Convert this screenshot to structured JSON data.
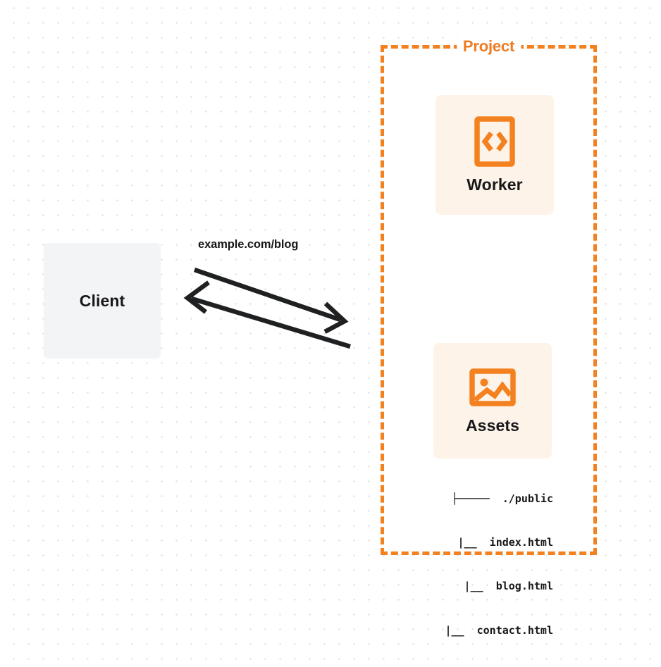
{
  "diagram": {
    "type": "architecture-flow",
    "background": "dotted-grid",
    "colors": {
      "accent_orange": "#f48120",
      "title_orange": "#ef7c23",
      "card_background": "#fdf3e9",
      "client_background": "#f3f4f6",
      "text": "#18181b",
      "grid_dot": "#e6e6e8",
      "connector": "#1f2022"
    }
  },
  "client": {
    "label": "Client",
    "icon": "client-box"
  },
  "connector": {
    "label": "example.com/blog",
    "request_direction": "client-to-project",
    "response_direction": "project-to-client",
    "arrow_count": 2
  },
  "project": {
    "title": "Project",
    "border_style": "dashed",
    "services": [
      {
        "name": "Worker",
        "icon": "code-document-icon",
        "icon_glyph": "<>"
      },
      {
        "name": "Assets",
        "icon": "image-picture-icon"
      }
    ],
    "file_tree": {
      "root": "./public",
      "root_prefix": "├─────",
      "child_prefix": "|__",
      "entries": [
        {
          "prefix": "├─────",
          "name": "./public"
        },
        {
          "prefix": "|__",
          "name": "index.html"
        },
        {
          "prefix": "|__",
          "name": "blog.html"
        },
        {
          "prefix": "|__",
          "name": "contact.html"
        }
      ]
    }
  }
}
